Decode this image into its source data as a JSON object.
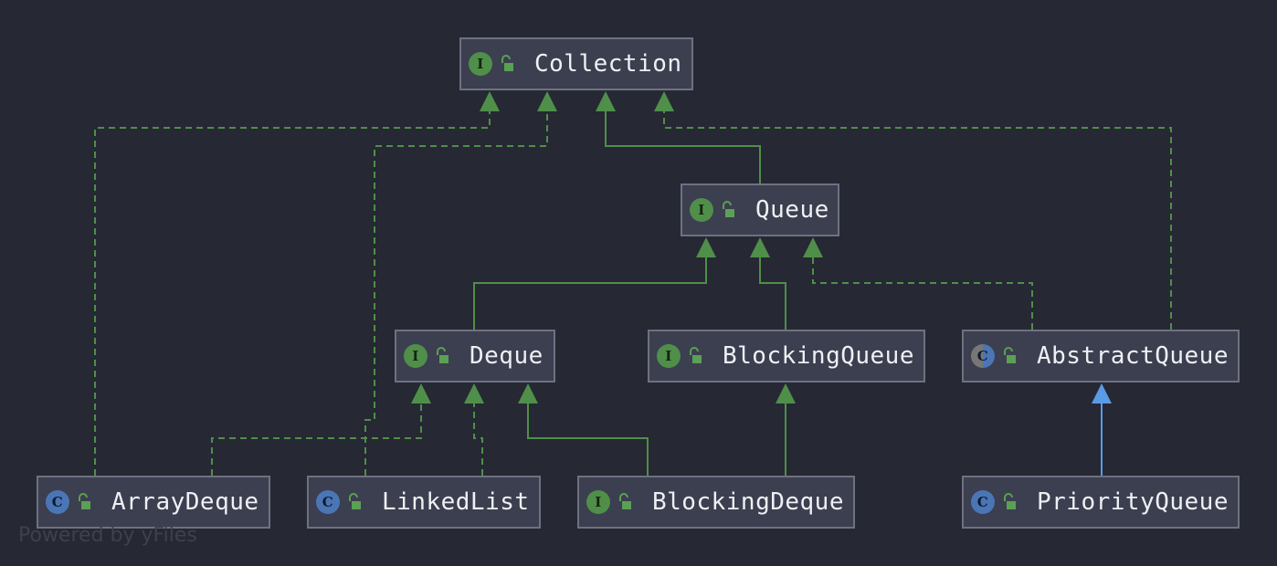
{
  "diagram": {
    "nodes": [
      {
        "id": "collection",
        "label": "Collection",
        "kind": "interface",
        "badge": "I"
      },
      {
        "id": "queue",
        "label": "Queue",
        "kind": "interface",
        "badge": "I"
      },
      {
        "id": "deque",
        "label": "Deque",
        "kind": "interface",
        "badge": "I"
      },
      {
        "id": "blockingqueue",
        "label": "BlockingQueue",
        "kind": "interface",
        "badge": "I"
      },
      {
        "id": "abstractqueue",
        "label": "AbstractQueue",
        "kind": "abstract-class",
        "badge": "C"
      },
      {
        "id": "arraydeque",
        "label": "ArrayDeque",
        "kind": "class",
        "badge": "C"
      },
      {
        "id": "linkedlist",
        "label": "LinkedList",
        "kind": "class",
        "badge": "C"
      },
      {
        "id": "blockingdeque",
        "label": "BlockingDeque",
        "kind": "interface",
        "badge": "I"
      },
      {
        "id": "priorityqueue",
        "label": "PriorityQueue",
        "kind": "class",
        "badge": "C"
      }
    ],
    "edges": [
      {
        "from": "queue",
        "to": "collection",
        "type": "extends-interface"
      },
      {
        "from": "deque",
        "to": "queue",
        "type": "extends-interface"
      },
      {
        "from": "blockingqueue",
        "to": "queue",
        "type": "extends-interface"
      },
      {
        "from": "abstractqueue",
        "to": "queue",
        "type": "implements"
      },
      {
        "from": "abstractqueue",
        "to": "collection",
        "type": "implements"
      },
      {
        "from": "arraydeque",
        "to": "deque",
        "type": "implements"
      },
      {
        "from": "arraydeque",
        "to": "collection",
        "type": "implements"
      },
      {
        "from": "linkedlist",
        "to": "deque",
        "type": "implements"
      },
      {
        "from": "linkedlist",
        "to": "collection",
        "type": "implements"
      },
      {
        "from": "blockingdeque",
        "to": "deque",
        "type": "extends-interface"
      },
      {
        "from": "blockingdeque",
        "to": "blockingqueue",
        "type": "extends-interface"
      },
      {
        "from": "priorityqueue",
        "to": "abstractqueue",
        "type": "extends-class"
      }
    ],
    "colors": {
      "background": "#262833",
      "interface_edge": "#4f8f4a",
      "class_edge": "#5a9be8",
      "node_fill": "#3c3f4f",
      "node_border": "#6e7180"
    },
    "icons": {
      "visibility": "lock-icon"
    }
  },
  "watermark": "Powered by yFiles"
}
